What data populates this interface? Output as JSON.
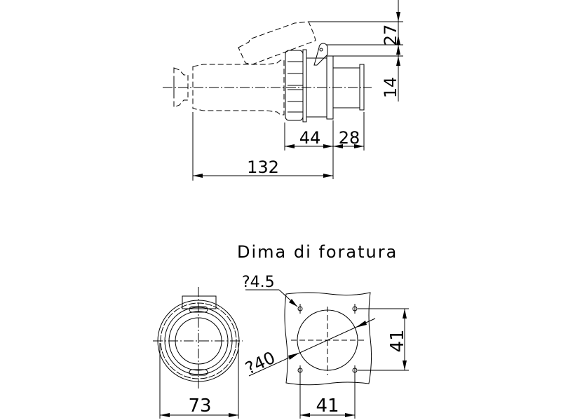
{
  "drawing": {
    "side_view": {
      "dim_132": "132",
      "dim_44": "44",
      "dim_28": "28",
      "dim_27": "27",
      "dim_14": "14"
    },
    "template": {
      "title": "Dima di foratura",
      "hole_diameter": "?4.5",
      "center_diameter": "?40",
      "dim_horizontal": "41",
      "dim_vertical": "41"
    },
    "front_view": {
      "dim_73": "73"
    }
  }
}
